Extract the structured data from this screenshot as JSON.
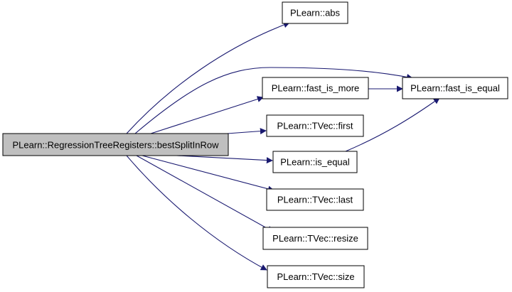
{
  "diagram": {
    "type": "call-graph",
    "colors": {
      "edge": "#191970",
      "root_fill": "#bfbfbf",
      "node_fill": "#ffffff",
      "border": "#000000"
    },
    "nodes": [
      {
        "id": "root",
        "label": "PLearn::RegressionTreeRegisters::bestSplitInRow",
        "is_root": true
      },
      {
        "id": "abs",
        "label": "PLearn::abs"
      },
      {
        "id": "fast_is_more",
        "label": "PLearn::fast_is_more"
      },
      {
        "id": "fast_is_equal",
        "label": "PLearn::fast_is_equal"
      },
      {
        "id": "first",
        "label": "PLearn::TVec::first"
      },
      {
        "id": "is_equal",
        "label": "PLearn::is_equal"
      },
      {
        "id": "last",
        "label": "PLearn::TVec::last"
      },
      {
        "id": "resize",
        "label": "PLearn::TVec::resize"
      },
      {
        "id": "size",
        "label": "PLearn::TVec::size"
      }
    ],
    "edges": [
      {
        "from": "root",
        "to": "abs"
      },
      {
        "from": "root",
        "to": "fast_is_equal"
      },
      {
        "from": "root",
        "to": "fast_is_more"
      },
      {
        "from": "root",
        "to": "first"
      },
      {
        "from": "root",
        "to": "is_equal"
      },
      {
        "from": "root",
        "to": "last"
      },
      {
        "from": "root",
        "to": "resize"
      },
      {
        "from": "root",
        "to": "size"
      },
      {
        "from": "fast_is_more",
        "to": "fast_is_equal"
      },
      {
        "from": "is_equal",
        "to": "fast_is_equal"
      }
    ]
  }
}
